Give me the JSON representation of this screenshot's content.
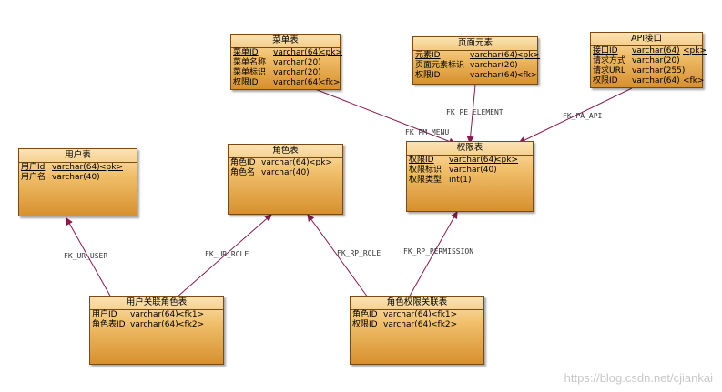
{
  "tables": {
    "caidan": {
      "title": "菜单表",
      "rows": [
        {
          "c1": "菜单ID",
          "c2": "varchar(64)",
          "c3": "<pk>",
          "pk": true
        },
        {
          "c1": "菜单名称",
          "c2": "varchar(20)",
          "c3": ""
        },
        {
          "c1": "菜单标识",
          "c2": "varchar(20)",
          "c3": ""
        },
        {
          "c1": "权限ID",
          "c2": "varchar(64)",
          "c3": "<fk>"
        }
      ]
    },
    "yemian": {
      "title": "页面元素",
      "rows": [
        {
          "c1": "元素ID",
          "c2": "varchar(64)",
          "c3": "<pk>",
          "pk": true
        },
        {
          "c1": "页面元素标识",
          "c2": "varchar(20)",
          "c3": ""
        },
        {
          "c1": "权限ID",
          "c2": "varchar(64)",
          "c3": "<fk>"
        }
      ]
    },
    "api": {
      "title": "API接口",
      "rows": [
        {
          "c1": "接口ID",
          "c2": "varchar(64)",
          "c3": "<pk>",
          "pk": true
        },
        {
          "c1": "请求方式",
          "c2": "varchar(20)",
          "c3": ""
        },
        {
          "c1": "请求URL",
          "c2": "varchar(255)",
          "c3": ""
        },
        {
          "c1": "权限ID",
          "c2": "varchar(64)",
          "c3": "<fk>"
        }
      ]
    },
    "yonghu": {
      "title": "用户表",
      "rows": [
        {
          "c1": "用户Id",
          "c2": "varchar(64)",
          "c3": "<pk>",
          "pk": true
        },
        {
          "c1": "用户名",
          "c2": "varchar(40)",
          "c3": ""
        }
      ]
    },
    "jiaose": {
      "title": "角色表",
      "rows": [
        {
          "c1": "角色ID",
          "c2": "varchar(64)",
          "c3": "<pk>",
          "pk": true
        },
        {
          "c1": "角色名",
          "c2": "varchar(40)",
          "c3": ""
        }
      ]
    },
    "quanxian": {
      "title": "权限表",
      "rows": [
        {
          "c1": "权限ID",
          "c2": "varchar(64)",
          "c3": "<pk>",
          "pk": true
        },
        {
          "c1": "权限标识",
          "c2": "varchar(40)",
          "c3": ""
        },
        {
          "c1": "权限类型",
          "c2": "int(1)",
          "c3": ""
        }
      ]
    },
    "yonghujiaose": {
      "title": "用户关联角色表",
      "rows": [
        {
          "c1": "用户ID",
          "c2": "varchar(64)",
          "c3": "<fk1>"
        },
        {
          "c1": "角色表ID",
          "c2": "varchar(64)",
          "c3": "<fk2>"
        }
      ]
    },
    "jiaosequanxian": {
      "title": "角色权限关联表",
      "rows": [
        {
          "c1": "角色ID",
          "c2": "varchar(64)",
          "c3": "<fk1>"
        },
        {
          "c1": "权限ID",
          "c2": "varchar(64)",
          "c3": "<fk2>"
        }
      ]
    }
  },
  "relations": {
    "pm": "FK_PM_MENU",
    "pe": "FK_PE_ELEMENT",
    "pa": "FK_PA_API",
    "ur_user": "FK_UR_USER",
    "ur_role": "FK_UR_ROLE",
    "rp_role": "FK_RP_ROLE",
    "rp_perm": "FK_RP_PERMISSION"
  },
  "watermark": "https://blog.csdn.net/cjiankai",
  "colors": {
    "line": "#8b1a4a",
    "border": "#7a4a12"
  }
}
